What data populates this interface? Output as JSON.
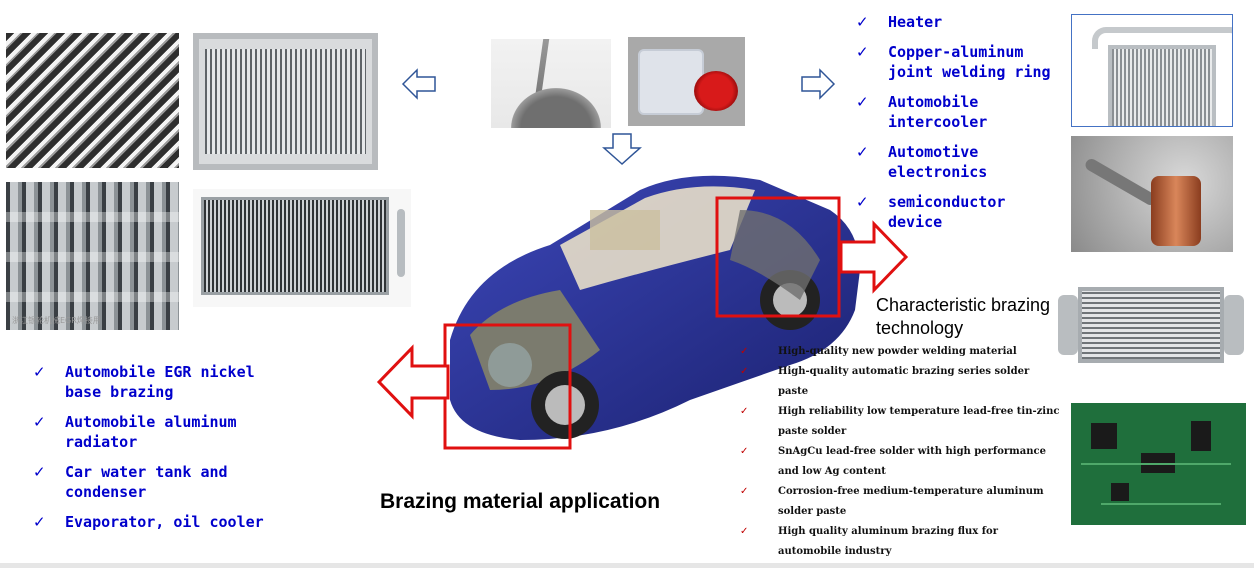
{
  "title": "Brazing material application",
  "characteristic_heading": "Characteristic brazing technology",
  "left_list": [
    {
      "label": "Automobile EGR nickel base brazing"
    },
    {
      "label": "Automobile aluminum radiator"
    },
    {
      "label": "Car water tank and condenser"
    },
    {
      "label": "Evaporator, oil cooler"
    }
  ],
  "right_top_list": [
    {
      "label": "Heater"
    },
    {
      "label": "Copper-aluminum joint welding ring"
    },
    {
      "label": "Automobile intercooler"
    },
    {
      "label": "Automotive electronics"
    },
    {
      "label": "semiconductor device"
    }
  ],
  "technology_list": [
    {
      "label": "High-quality new powder welding material"
    },
    {
      "label": "High-quality automatic brazing series solder paste"
    },
    {
      "label": "High reliability low temperature lead-free tin-zinc paste solder"
    },
    {
      "label": "SnAgCu lead-free solder with high performance and low Ag content"
    },
    {
      "label": "Corrosion-free medium-temperature aluminum solder paste"
    },
    {
      "label": "High quality aluminum brazing flux for automobile industry"
    }
  ],
  "check_mark": "✓",
  "watermark": "浙江银轮机械EGR焊接用",
  "colors": {
    "blue_text": "#0000cc",
    "red_accent": "#e01010",
    "arrow_outline": "#2f5597"
  }
}
